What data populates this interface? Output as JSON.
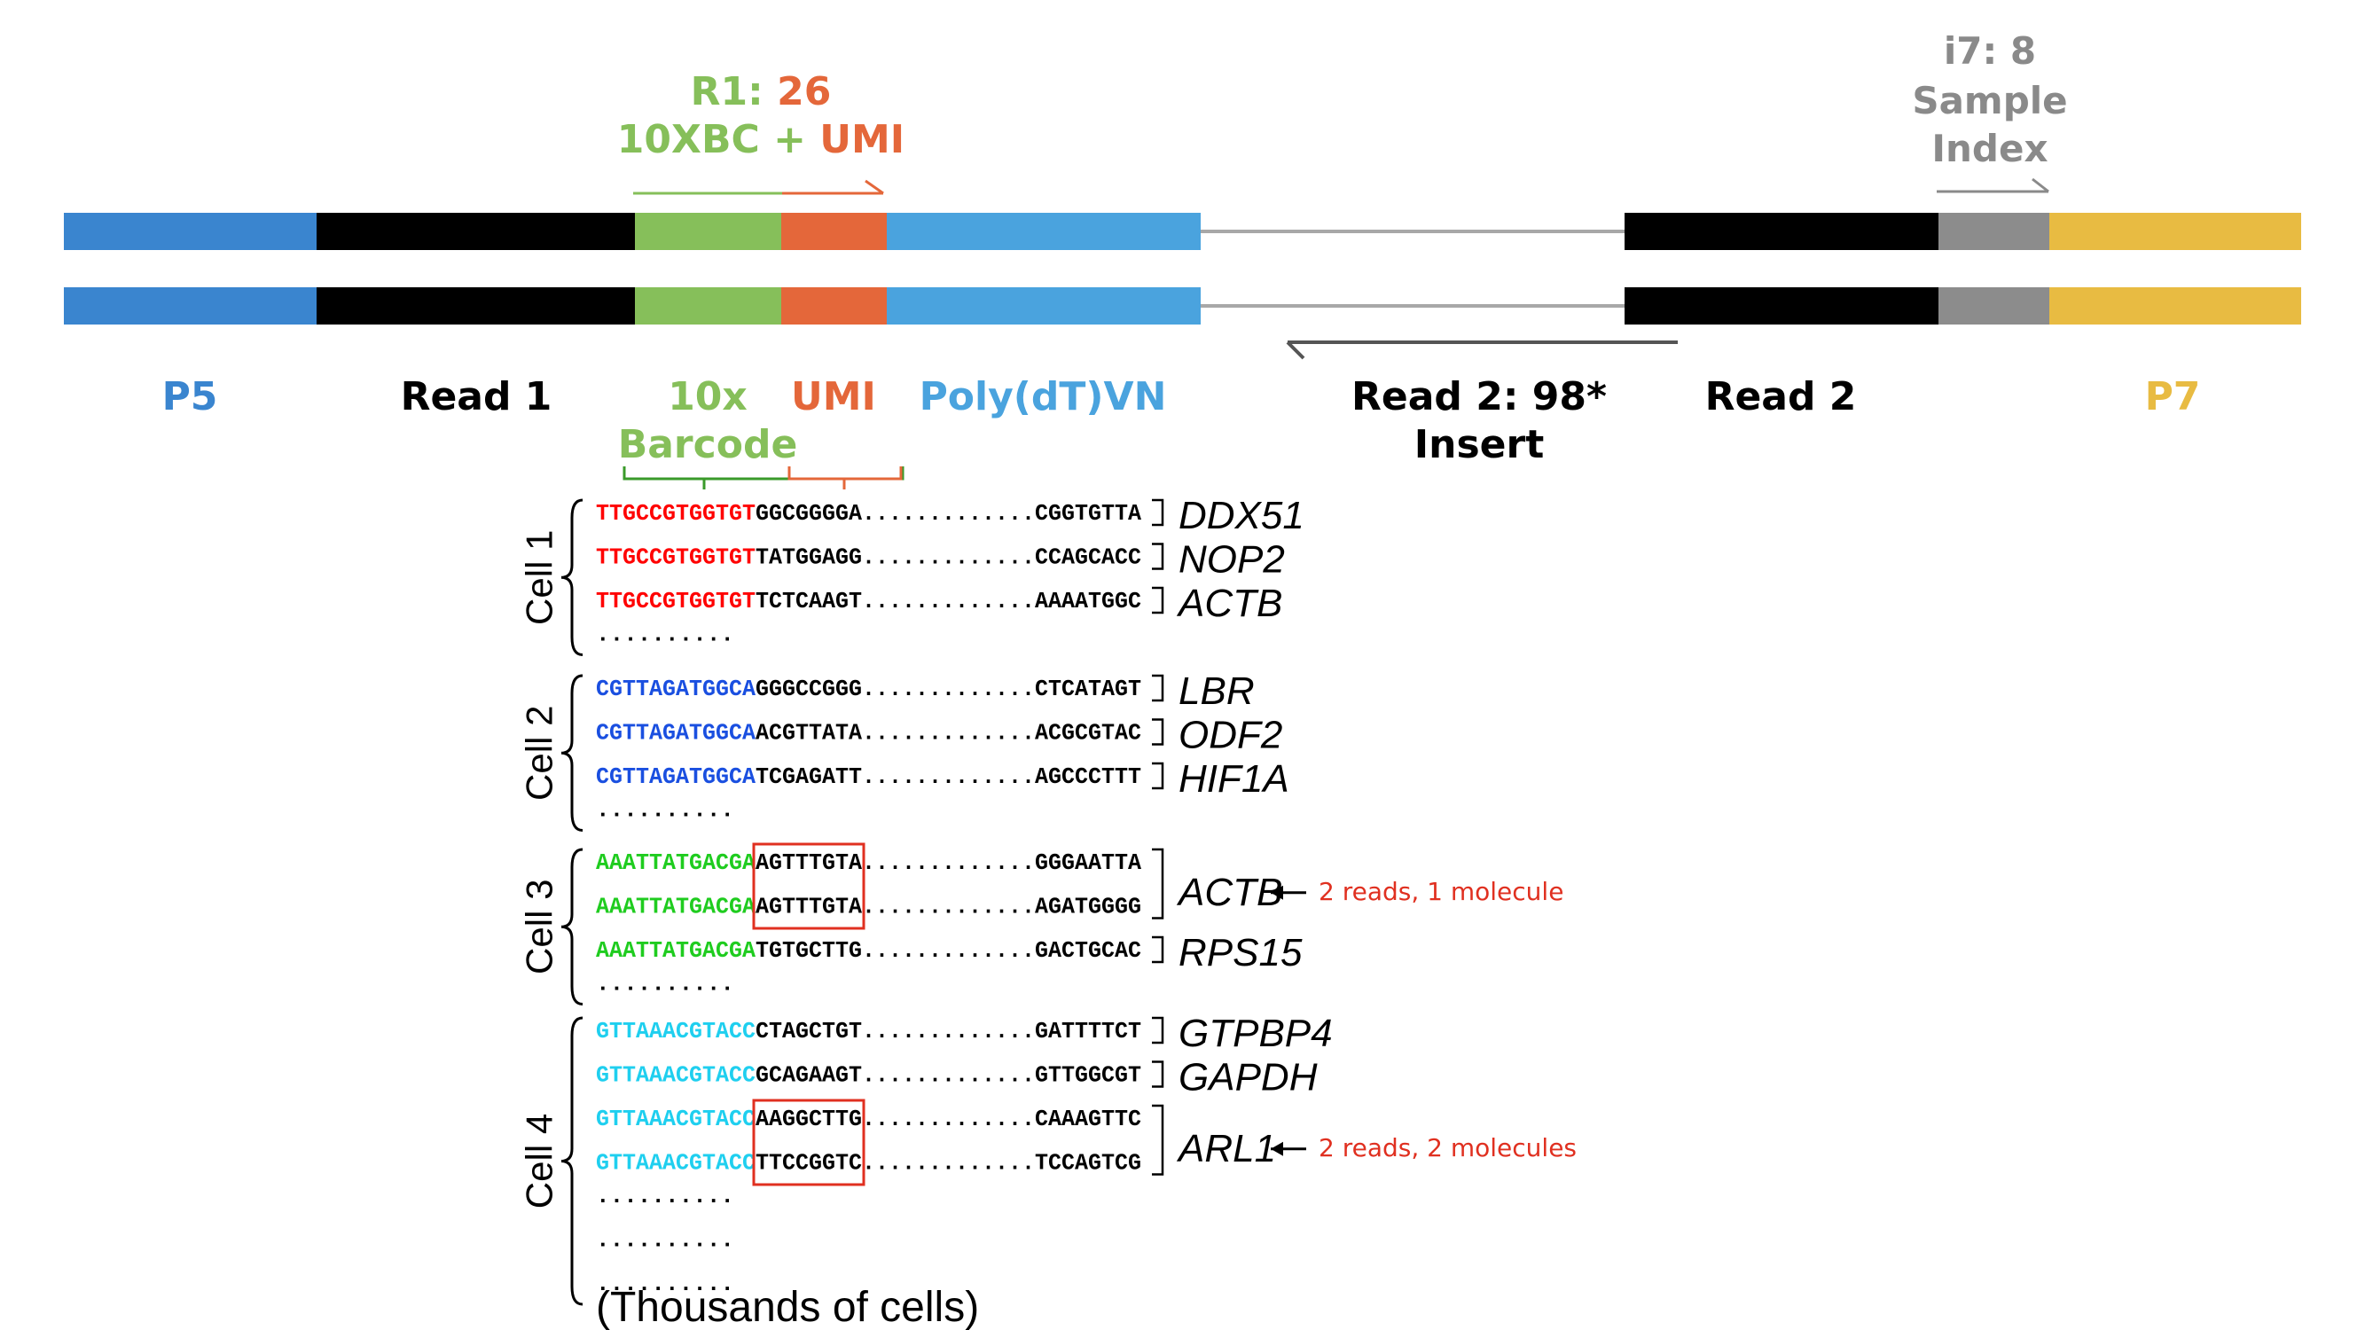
{
  "header": {
    "r1_line1_prefix": "R1: ",
    "r1_line1_value": "26",
    "r1_line2_barcode": "10XBC",
    "r1_line2_plus": " + ",
    "r1_line2_umi": "UMI",
    "i7_line1": "i7: 8",
    "i7_line2": "Sample",
    "i7_line3": "Index"
  },
  "segment_labels": {
    "p5": "P5",
    "read1": "Read 1",
    "barcode_line1": "10x",
    "barcode_line2": "Barcode",
    "umi": "UMI",
    "polydt": "Poly(dT)VN",
    "read2_insert_line1": "Read 2: 98*",
    "read2_insert_line2": "Insert",
    "read2": "Read 2",
    "p7": "P7"
  },
  "colors": {
    "p5": "#3a85cf",
    "read": "#000000",
    "barcode": "#86bf5a",
    "umi": "#e4673a",
    "polydt": "#4aa3de",
    "index": "#8c8c8c",
    "p7": "#e8bb42",
    "cell1_barcode": "#ff0000",
    "cell2_barcode": "#1a4fe0",
    "cell3_barcode": "#1fcc1f",
    "cell4_barcode": "#1fcfef",
    "highlight_box": "#e03020",
    "note": "#e03020",
    "i7_text": "#8a8a8a"
  },
  "cells": [
    {
      "label": "Cell 1",
      "barcode_color": "#ff0000",
      "reads": [
        {
          "barcode": "TTGCCGTGGTGT",
          "umi": "GGCGGGGA",
          "dots": ".............",
          "tail": "CGGTGTTA",
          "gene": "DDX51"
        },
        {
          "barcode": "TTGCCGTGGTGT",
          "umi": "TATGGAGG",
          "dots": ".............",
          "tail": "CCAGCACC",
          "gene": "NOP2"
        },
        {
          "barcode": "TTGCCGTGGTGT",
          "umi": "TCTCAAGT",
          "dots": ".............",
          "tail": "AAAATGGC",
          "gene": "ACTB"
        }
      ],
      "trailing_dots": [
        ".........."
      ]
    },
    {
      "label": "Cell 2",
      "barcode_color": "#1a4fe0",
      "reads": [
        {
          "barcode": "CGTTAGATGGCA",
          "umi": "GGGCCGGG",
          "dots": ".............",
          "tail": "CTCATAGT",
          "gene": "LBR"
        },
        {
          "barcode": "CGTTAGATGGCA",
          "umi": "ACGTTATA",
          "dots": ".............",
          "tail": "ACGCGTAC",
          "gene": "ODF2"
        },
        {
          "barcode": "CGTTAGATGGCA",
          "umi": "TCGAGATT",
          "dots": ".............",
          "tail": "AGCCCTTT",
          "gene": "HIF1A"
        }
      ],
      "trailing_dots": [
        ".........."
      ]
    },
    {
      "label": "Cell 3",
      "barcode_color": "#1fcc1f",
      "reads": [
        {
          "barcode": "AAATTATGACGA",
          "umi": "AGTTTGTA",
          "dots": ".............",
          "tail": "GGGAATTA",
          "gene": ""
        },
        {
          "barcode": "AAATTATGACGA",
          "umi": "AGTTTGTA",
          "dots": ".............",
          "tail": "AGATGGGG",
          "gene": ""
        },
        {
          "barcode": "AAATTATGACGA",
          "umi": "TGTGCTTG",
          "dots": ".............",
          "tail": "GACTGCAC",
          "gene": "RPS15"
        }
      ],
      "group_gene": "ACTB",
      "group_note": "2 reads, 1 molecule",
      "trailing_dots": [
        ".........."
      ]
    },
    {
      "label": "Cell 4",
      "barcode_color": "#1fcfef",
      "reads": [
        {
          "barcode": "GTTAAACGTACC",
          "umi": "CTAGCTGT",
          "dots": ".............",
          "tail": "GATTTTCT",
          "gene": "GTPBP4"
        },
        {
          "barcode": "GTTAAACGTACC",
          "umi": "GCAGAAGT",
          "dots": ".............",
          "tail": "GTTGGCGT",
          "gene": "GAPDH"
        },
        {
          "barcode": "GTTAAACGTACC",
          "umi": "AAGGCTTG",
          "dots": ".............",
          "tail": "CAAAGTTC",
          "gene": ""
        },
        {
          "barcode": "GTTAAACGTACC",
          "umi": "TTCCGGTC",
          "dots": ".............",
          "tail": "TCCAGTCG",
          "gene": ""
        }
      ],
      "group_gene": "ARL1",
      "group_note": "2 reads, 2 molecules",
      "trailing_dots": [
        "..........",
        "..........",
        ".........."
      ]
    }
  ],
  "footer": "(Thousands of cells)"
}
